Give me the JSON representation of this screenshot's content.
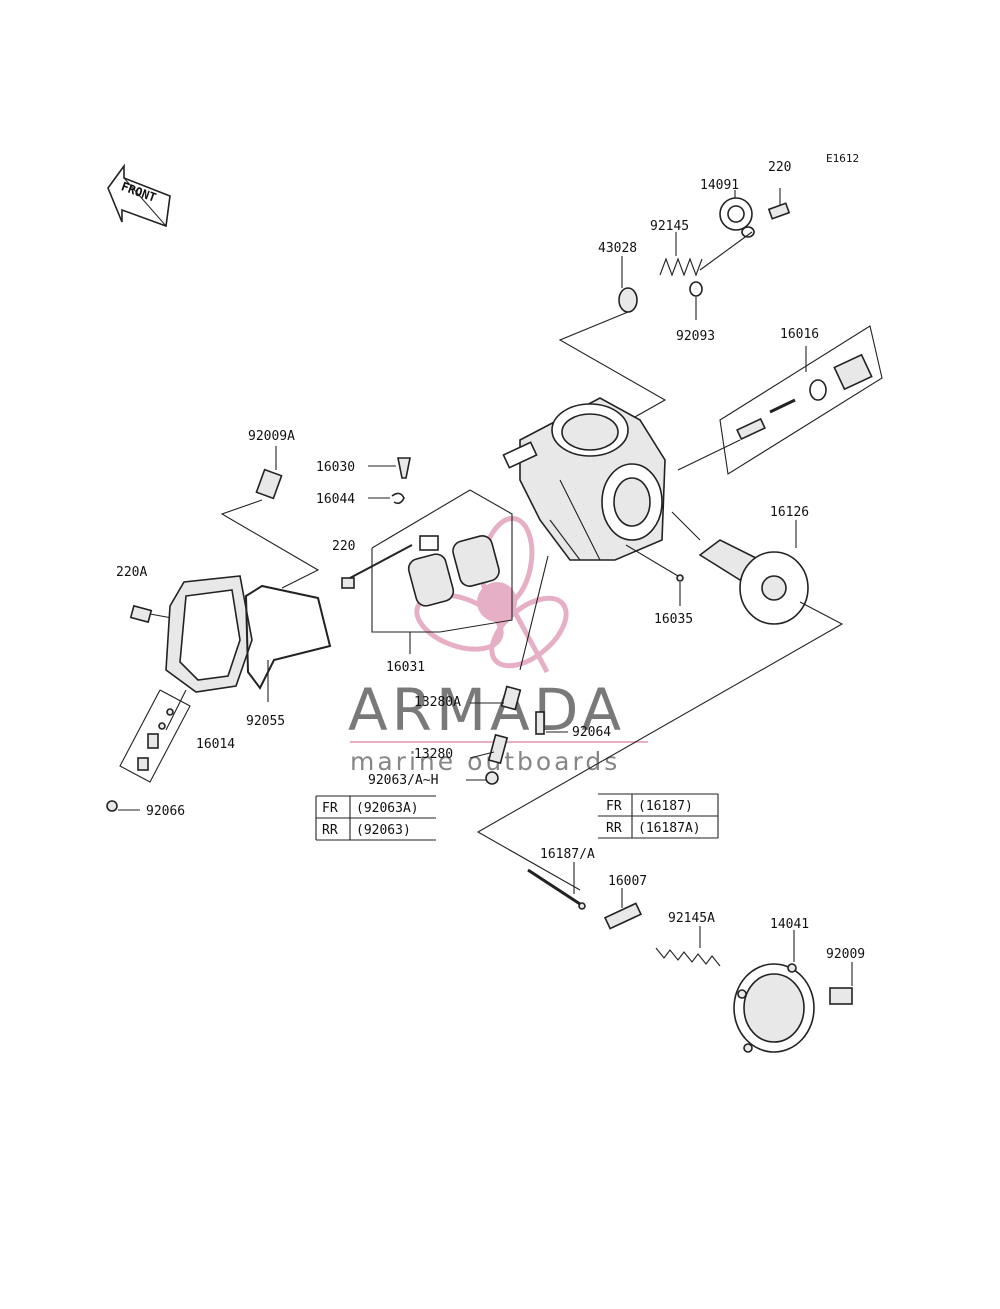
{
  "diagram_code": "E1612",
  "front_label": "FRONT",
  "watermark": {
    "brand": "ARMADA",
    "tagline": "marine outboards",
    "accent": "#e4a7bf",
    "text_color": "#6b6b6b"
  },
  "labels": {
    "p220_top": "220",
    "p14091": "14091",
    "p92145": "92145",
    "p43028": "43028",
    "p92093": "92093",
    "p16016": "16016",
    "p92009A": "92009A",
    "p16030": "16030",
    "p16044": "16044",
    "p220_mid": "220",
    "p220A": "220A",
    "p16126": "16126",
    "p16035": "16035",
    "p16031": "16031",
    "p92055": "92055",
    "p16014": "16014",
    "p13280A": "13280A",
    "p92064": "92064",
    "p13280": "13280",
    "p92063": "92063/A~H",
    "p92066": "92066",
    "p16187": "16187/A",
    "p16007": "16007",
    "p92145A": "92145A",
    "p14041": "14041",
    "p92009": "92009"
  },
  "tables": {
    "left": {
      "rows": [
        {
          "key": "FR",
          "value": "(92063A)"
        },
        {
          "key": "RR",
          "value": "(92063)"
        }
      ]
    },
    "right": {
      "rows": [
        {
          "key": "FR",
          "value": "(16187)"
        },
        {
          "key": "RR",
          "value": "(16187A)"
        }
      ]
    }
  }
}
